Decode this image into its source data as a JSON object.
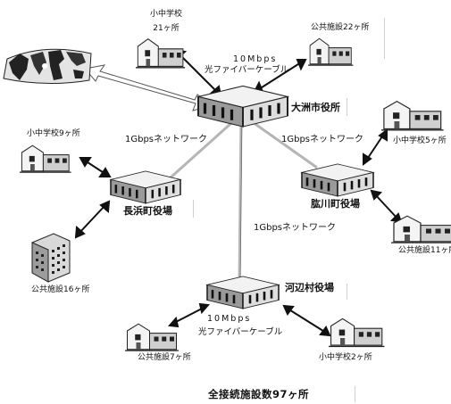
{
  "nodes": {
    "city_hall": "大洲市役所",
    "nagahama": "長浜町役場",
    "hijikawa": "肱川町役場",
    "kawabe": "河辺村役場"
  },
  "sites": {
    "school_21_name": "小中学校",
    "school_21_count": "21ヶ所",
    "public_22": "公共施設22ヶ所",
    "school_9": "小中学校9ヶ所",
    "public_16": "公共施設16ヶ所",
    "school_5": "小中学校5ヶ所",
    "public_11": "公共施設11ヶ所",
    "public_7": "公共施設7ヶ所",
    "school_2": "小中学校2ヶ所"
  },
  "links": {
    "fiber_top_speed": "10Mbps",
    "fiber_top_type": "光ファイバーケーブル",
    "gbps_left": "1Gbpsネットワーク",
    "gbps_right": "1Gbpsネットワーク",
    "gbps_center": "1Gbpsネットワーク",
    "fiber_bottom_speed": "10Mbps",
    "fiber_bottom_type": "光ファイバーケーブル"
  },
  "footer": {
    "total": "全接続施設数97ヶ所"
  }
}
